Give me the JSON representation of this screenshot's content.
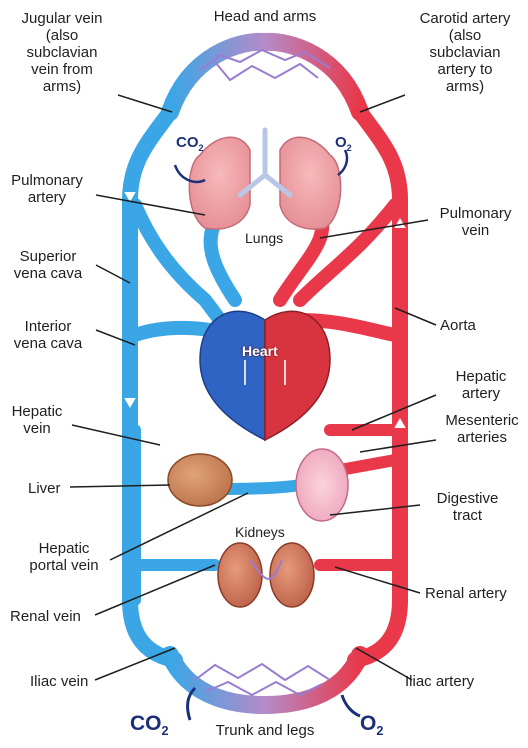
{
  "labels": {
    "head_arms": "Head and arms",
    "jugular": "Jugular vein\n(also\nsubclavian\nvein from\narms)",
    "carotid": "Carotid artery\n(also\nsubclavian\nartery to\narms)",
    "pulm_artery": "Pulmonary\nartery",
    "pulm_vein": "Pulmonary\nvein",
    "lungs": "Lungs",
    "sup_vc": "Superior\nvena cava",
    "inf_vc": "Interior\nvena cava",
    "aorta": "Aorta",
    "heart": "Heart",
    "hep_vein": "Hepatic\nvein",
    "hep_artery": "Hepatic\nartery",
    "mesenteric": "Mesenteric\narteries",
    "liver": "Liver",
    "digestive": "Digestive\ntract",
    "hep_portal": "Hepatic\nportal vein",
    "kidneys": "Kidneys",
    "renal_vein": "Renal vein",
    "renal_artery": "Renal artery",
    "iliac_vein": "Iliac vein",
    "iliac_artery": "Iliac artery",
    "trunk_legs": "Trunk and legs"
  },
  "gases": {
    "co2_top": {
      "main": "CO",
      "sub": "2"
    },
    "o2_top": {
      "main": "O",
      "sub": "2"
    },
    "co2_bottom": {
      "main": "CO",
      "sub": "2"
    },
    "o2_bottom": {
      "main": "O",
      "sub": "2"
    }
  },
  "colors": {
    "vein": "#3aa6e6",
    "artery": "#e8384a",
    "heart_left": "#2f64c4",
    "heart_right": "#d8343f",
    "leader": "#1f1f1f"
  }
}
